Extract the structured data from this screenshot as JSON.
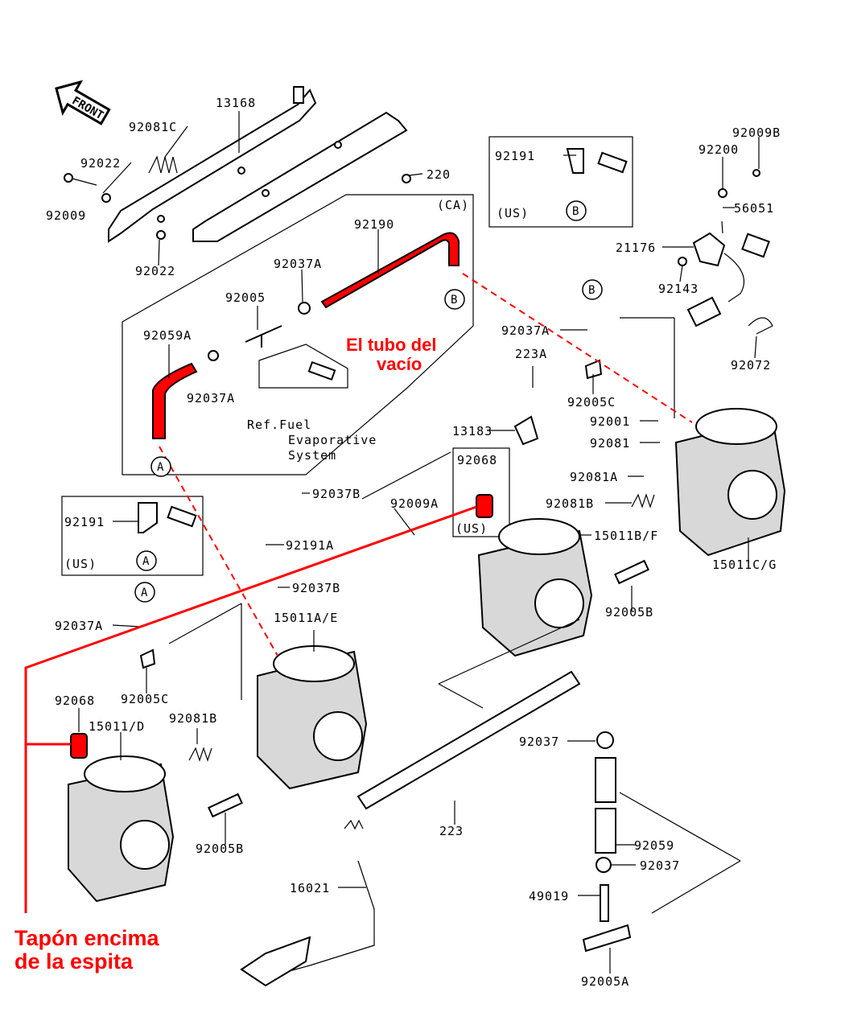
{
  "front_label": "FRONT",
  "labels": {
    "l13168": "13168",
    "l92081C": "92081C",
    "l92022a": "92022",
    "l92009": "92009",
    "l92022b": "92022",
    "l220": "220",
    "l92190": "92190",
    "l92037A_top": "92037A",
    "l92005": "92005",
    "l92059A": "92059A",
    "l92037A_mid": "92037A",
    "l92191_top": "92191",
    "l92009B": "92009B",
    "l92200": "92200",
    "l56051": "56051",
    "l21176": "21176",
    "l92143": "92143",
    "l92072": "92072",
    "l92037A_r": "92037A",
    "l223A": "223A",
    "l92005C_r": "92005C",
    "l13183": "13183",
    "l92001": "92001",
    "l92081": "92081",
    "l92081A": "92081A",
    "l92081B_r": "92081B",
    "l92068_us": "92068",
    "l92037B_a": "92037B",
    "l92009A": "92009A",
    "l92191_left": "92191",
    "l92191A": "92191A",
    "l15011BF": "15011B/F",
    "l15011CG": "15011C/G",
    "l92037B_b": "92037B",
    "l92037A_l": "92037A",
    "l15011AE": "15011A/E",
    "l92005B_r": "92005B",
    "l92005C_l": "92005C",
    "l92068_l": "92068",
    "l15011D": "15011/D",
    "l92081B_l": "92081B",
    "l92037": "92037",
    "l223": "223",
    "l92005B_l": "92005B",
    "l92059": "92059",
    "l92037_b": "92037",
    "l16021": "16021",
    "l49019": "49019",
    "l92005A": "92005A"
  },
  "notes": {
    "ca": "(CA)",
    "us_top": "(US)",
    "us_left": "(US)",
    "us_plug": "(US)",
    "ref_line1": "Ref.Fuel",
    "ref_line2": "Evaporative",
    "ref_line3": "System"
  },
  "circles": {
    "A": "A",
    "B": "B"
  },
  "annotations": {
    "vacuum_line1": "El tubo del",
    "vacuum_line2": "vacío",
    "cap_line1": "Tapón encima",
    "cap_line2": "de la espita"
  },
  "colors": {
    "highlight": "#ff0000"
  }
}
